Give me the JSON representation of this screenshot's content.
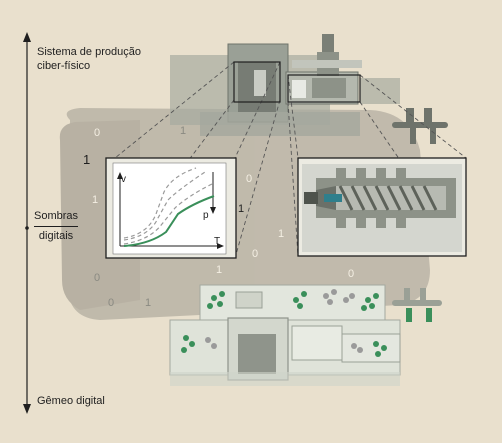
{
  "labels": {
    "top_line1": "Sistema de produção",
    "top_line2": "ciber-físico",
    "mid_line1": "Sombras",
    "mid_line2": "digitais",
    "bottom": "Gêmeo digital"
  },
  "plot_axes": {
    "v": "v",
    "p": "p",
    "T": "T"
  },
  "digits": [
    "0",
    "1",
    "1",
    "1",
    "0",
    "1",
    "1",
    "0",
    "1",
    "0",
    "0",
    "0",
    "1"
  ],
  "colors": {
    "background": "#e9e0cd",
    "shadow": "#b9b4a6",
    "machine": "#9aa096",
    "accent_green": "#3a8f5a"
  }
}
